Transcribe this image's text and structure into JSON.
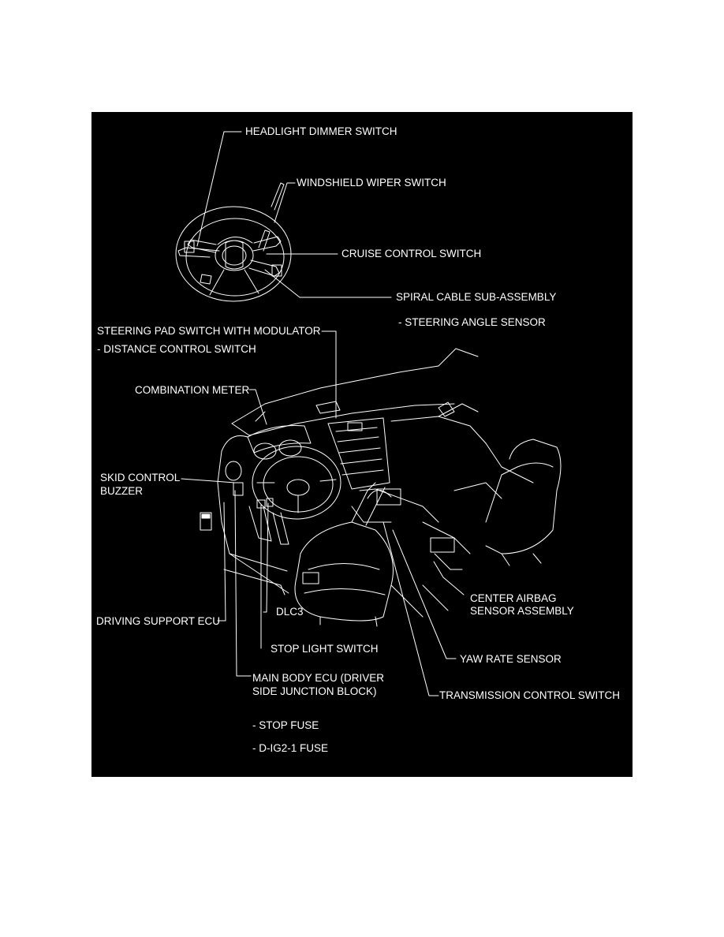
{
  "colors": {
    "page_background": "#ffffff",
    "figure_background": "#000000",
    "ink": "#ffffff"
  },
  "labels": {
    "headlight_dimmer_switch": "HEADLIGHT DIMMER SWITCH",
    "windshield_wiper_switch": "WINDSHIELD WIPER SWITCH",
    "cruise_control_switch": "CRUISE CONTROL SWITCH",
    "spiral_cable": "SPIRAL CABLE SUB-ASSEMBLY",
    "steering_angle_sensor": "- STEERING ANGLE SENSOR",
    "steering_pad_switch": "STEERING PAD SWITCH WITH MODULATOR",
    "distance_control_switch": "- DISTANCE CONTROL SWITCH",
    "combination_meter": "COMBINATION METER",
    "skid_control_buzzer_line1": "SKID CONTROL",
    "skid_control_buzzer_line2": "BUZZER",
    "center_airbag_line1": "CENTER AIRBAG",
    "center_airbag_line2": "SENSOR ASSEMBLY",
    "driving_support_ecu": "DRIVING SUPPORT ECU",
    "dlc3": "DLC3",
    "stop_light_switch": "STOP LIGHT SWITCH",
    "yaw_rate_sensor": "YAW RATE SENSOR",
    "main_body_ecu_line1": "MAIN BODY ECU (DRIVER",
    "main_body_ecu_line2": "SIDE JUNCTION BLOCK)",
    "transmission_control_switch": "TRANSMISSION CONTROL SWITCH",
    "stop_fuse": "- STOP FUSE",
    "d_ig2_1_fuse": "- D-IG2-1 FUSE"
  }
}
